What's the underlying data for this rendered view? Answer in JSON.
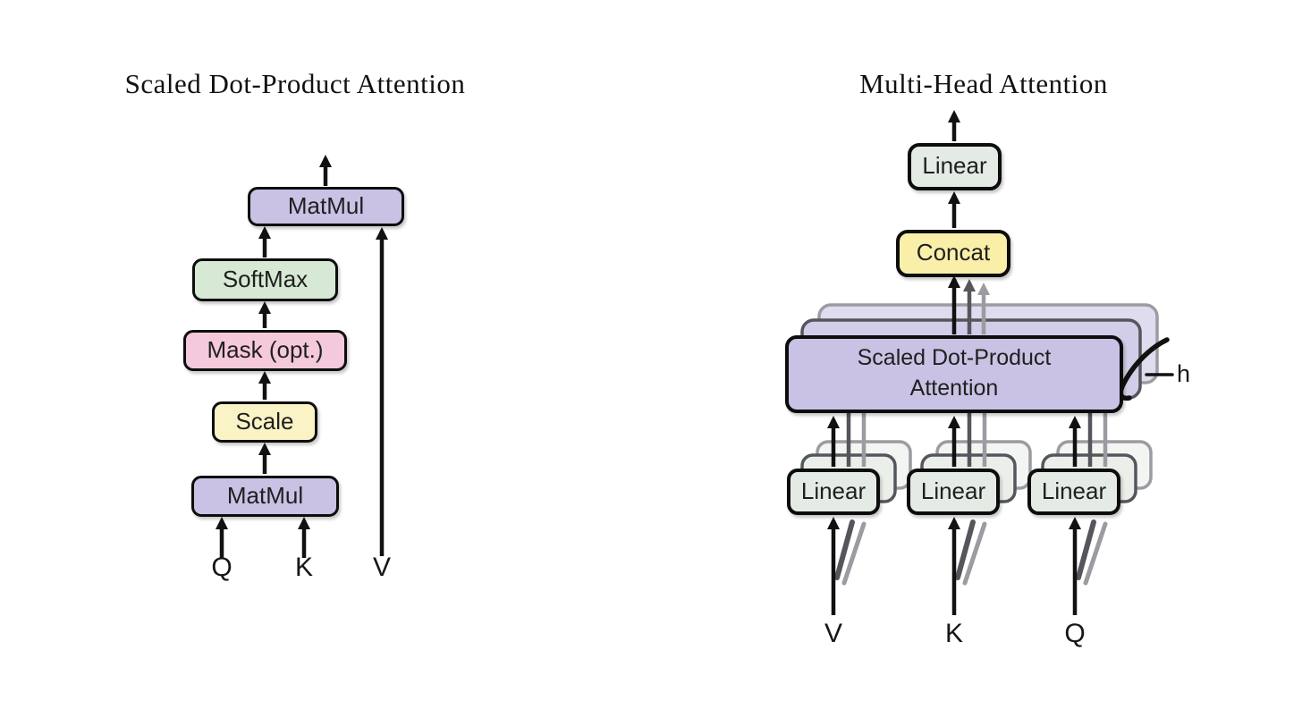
{
  "figure": {
    "left": {
      "title": "Scaled Dot-Product Attention",
      "boxes": {
        "matmul_top": "MatMul",
        "softmax": "SoftMax",
        "mask": "Mask (opt.)",
        "scale": "Scale",
        "matmul_bottom": "MatMul"
      },
      "inputs": {
        "q": "Q",
        "k": "K",
        "v": "V"
      }
    },
    "right": {
      "title": "Multi-Head Attention",
      "boxes": {
        "linear_out": "Linear",
        "concat": "Concat",
        "sdpa": "Scaled Dot-Product Attention",
        "linear_v": "Linear",
        "linear_k": "Linear",
        "linear_q": "Linear"
      },
      "inputs": {
        "v": "V",
        "k": "K",
        "q": "Q"
      },
      "head_count_label": "h"
    },
    "colors": {
      "purple": "#C9C2E4",
      "green": "#D6E9D5",
      "pink": "#F4C9DB",
      "yellow_scale": "#FAF3C6",
      "yellow_concat": "#F9EFA9",
      "gray_linear": "#E4EAE4",
      "outline": "#0d0d0d",
      "ghost_dark": "#55555c",
      "ghost_light": "#9b9ba1"
    }
  }
}
